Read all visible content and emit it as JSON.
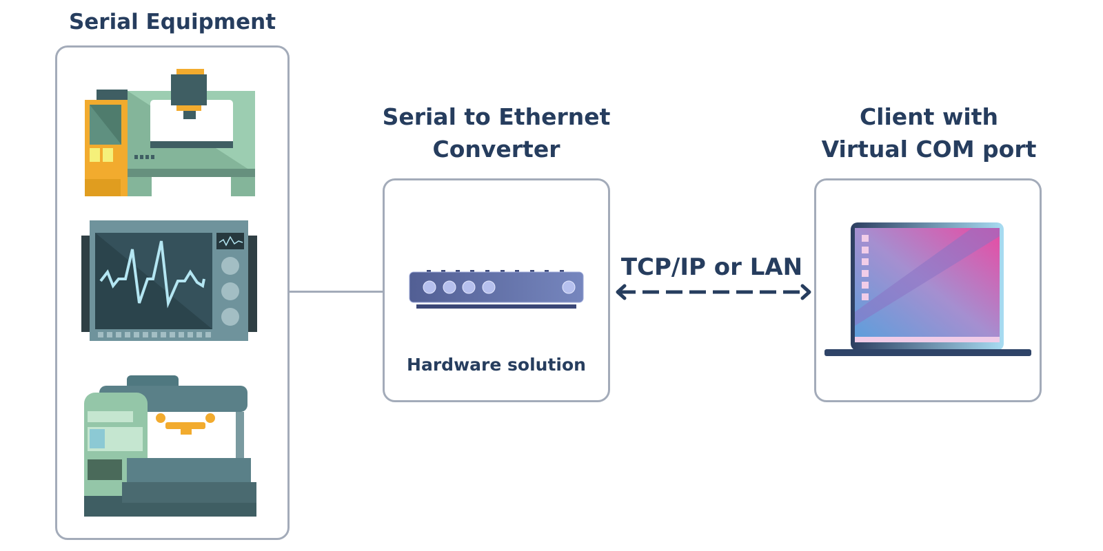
{
  "sections": {
    "serial_equipment": {
      "title": "Serial Equipment",
      "devices": [
        "cnc-machine",
        "heart-monitor",
        "industrial-press"
      ]
    },
    "converter": {
      "title_line1": "Serial to Ethernet",
      "title_line2": "Converter",
      "caption": "Hardware solution"
    },
    "link": {
      "label": "TCP/IP or LAN"
    },
    "client": {
      "title_line1": "Client with",
      "title_line2": "Virtual COM port"
    }
  },
  "colors": {
    "text": "#263d5e",
    "border": "#a3abb9"
  }
}
